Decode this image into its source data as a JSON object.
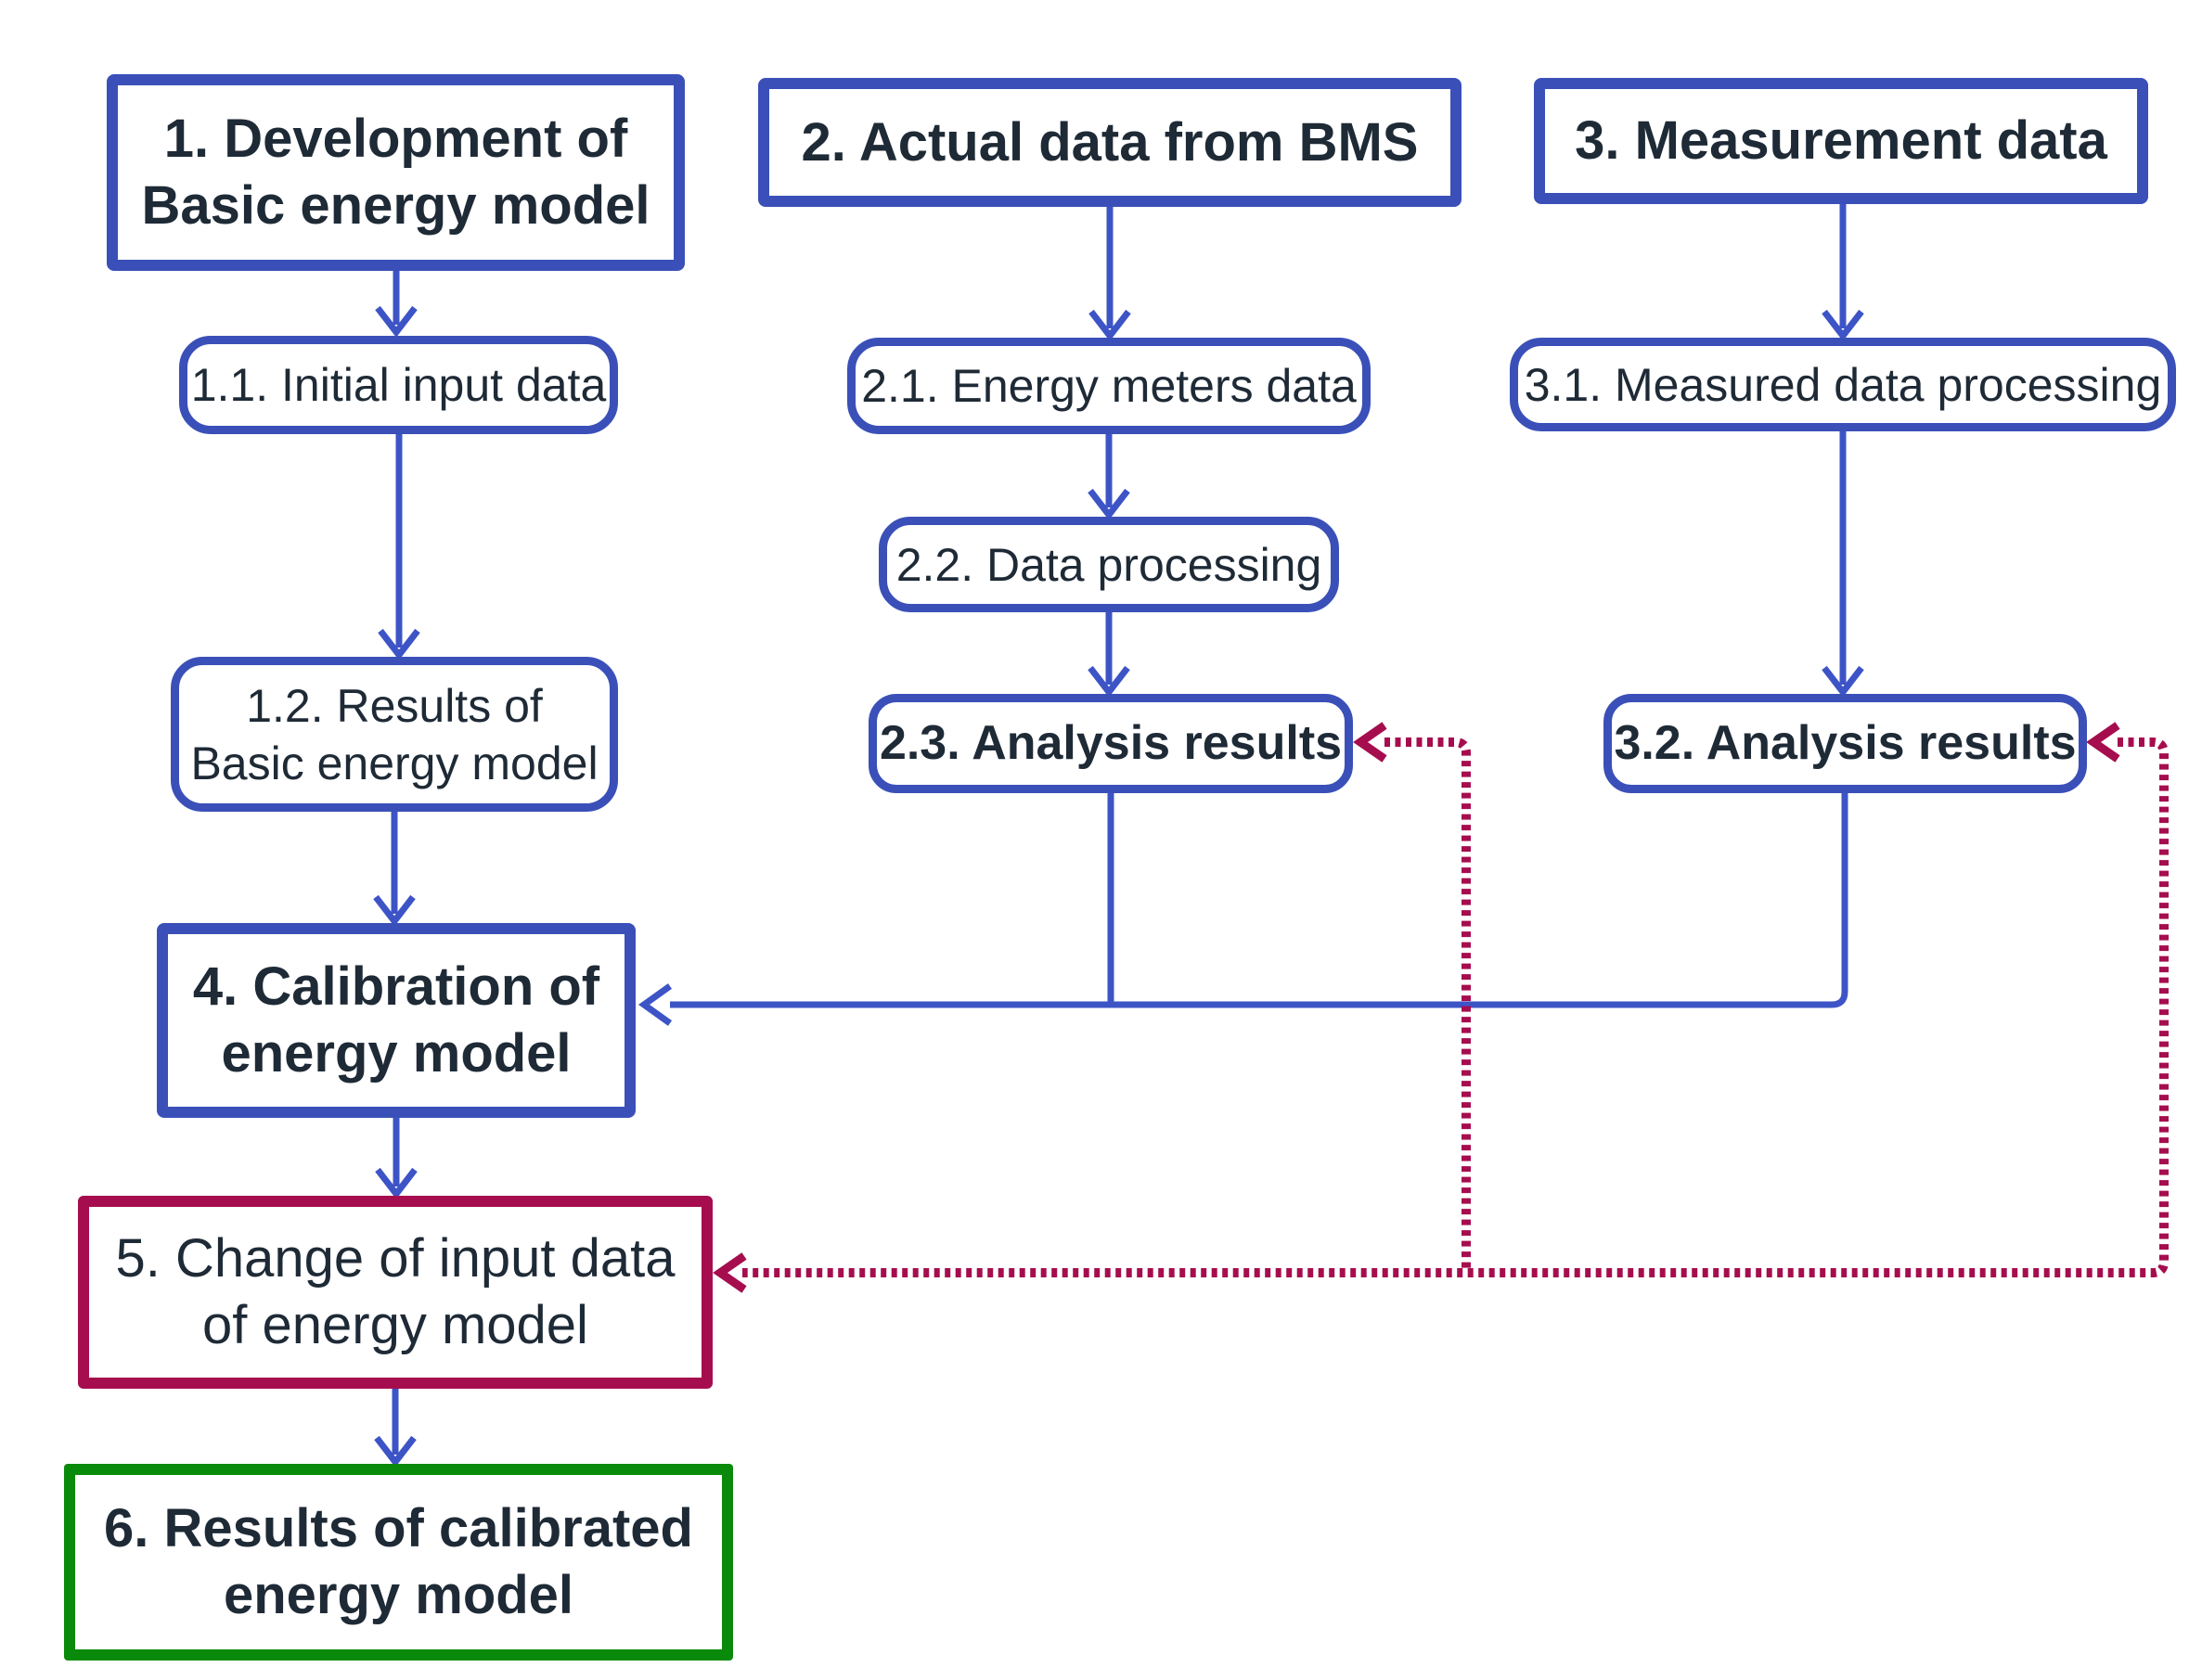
{
  "diagram": {
    "title": "Energy model calibration flowchart",
    "palette": {
      "box_border_blue": "#3a50b8",
      "connector_blue": "#3d54c6",
      "feedback_crimson": "#a60d4e",
      "result_green": "#0a8a0a",
      "text_dark": "#1e2a36",
      "background": "#ffffff"
    },
    "nodes": {
      "n1": {
        "id": "1",
        "lines": [
          "1. Development of",
          "Basic energy model"
        ],
        "border": "blue",
        "bold": true
      },
      "n11": {
        "id": "1.1",
        "lines": [
          "1.1. Initial input data"
        ],
        "border": "blue",
        "bold": false
      },
      "n12": {
        "id": "1.2",
        "lines": [
          "1.2. Results of",
          "Basic energy model"
        ],
        "border": "blue",
        "bold": false
      },
      "n2": {
        "id": "2",
        "lines": [
          "2. Actual data from BMS"
        ],
        "border": "blue",
        "bold": true
      },
      "n21": {
        "id": "2.1",
        "lines": [
          "2.1. Energy meters data"
        ],
        "border": "blue",
        "bold": false
      },
      "n22": {
        "id": "2.2",
        "lines": [
          "2.2. Data processing"
        ],
        "border": "blue",
        "bold": false
      },
      "n23": {
        "id": "2.3",
        "lines": [
          "2.3. Analysis results"
        ],
        "border": "blue",
        "bold": true
      },
      "n3": {
        "id": "3",
        "lines": [
          "3. Measurement data"
        ],
        "border": "blue",
        "bold": true
      },
      "n31": {
        "id": "3.1",
        "lines": [
          "3.1. Measured data processing"
        ],
        "border": "blue",
        "bold": false
      },
      "n32": {
        "id": "3.2",
        "lines": [
          "3.2. Analysis results"
        ],
        "border": "blue",
        "bold": true
      },
      "n4": {
        "id": "4",
        "lines": [
          "4. Calibration of",
          "energy model"
        ],
        "border": "blue",
        "bold": true
      },
      "n5": {
        "id": "5",
        "lines": [
          "5. Change of input data",
          "of energy model"
        ],
        "border": "crimson",
        "bold": false
      },
      "n6": {
        "id": "6",
        "lines": [
          "6. Results of calibrated",
          "energy model"
        ],
        "border": "green",
        "bold": true
      }
    },
    "edges_solid": [
      {
        "from": "1",
        "to": "1.1"
      },
      {
        "from": "1.1",
        "to": "1.2"
      },
      {
        "from": "1.2",
        "to": "4"
      },
      {
        "from": "2",
        "to": "2.1"
      },
      {
        "from": "2.1",
        "to": "2.2"
      },
      {
        "from": "2.2",
        "to": "2.3"
      },
      {
        "from": "2.3",
        "to": "4"
      },
      {
        "from": "3",
        "to": "3.1"
      },
      {
        "from": "3.1",
        "to": "3.2"
      },
      {
        "from": "3.2",
        "to": "4"
      },
      {
        "from": "4",
        "to": "5"
      },
      {
        "from": "5",
        "to": "6"
      }
    ],
    "dotted_feedback": {
      "description": "Dotted crimson feedback loop linking box 5 with boxes 2.3 and 3.2",
      "arrowheads_into": [
        "2.3",
        "3.2",
        "5"
      ]
    }
  }
}
